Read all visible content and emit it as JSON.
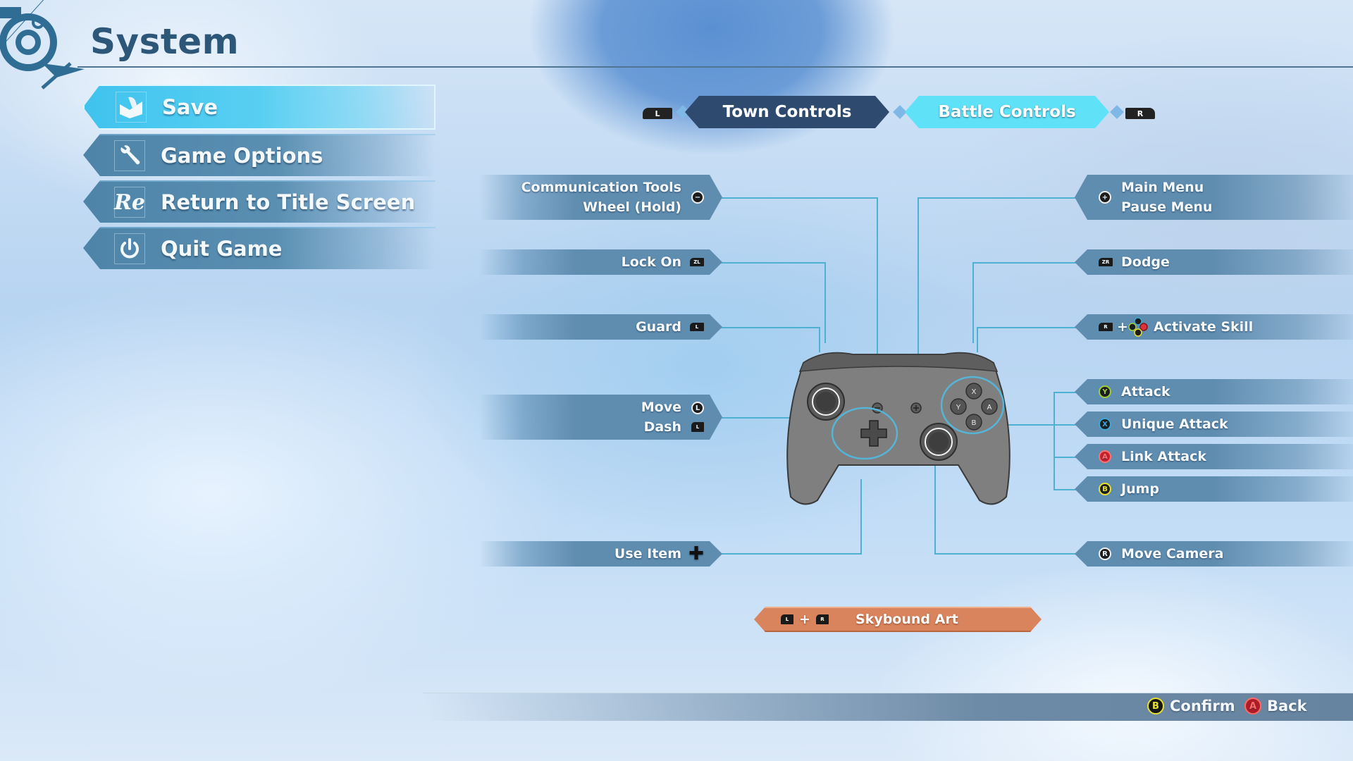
{
  "header": {
    "title": "System"
  },
  "menu": {
    "items": [
      {
        "label": "Save",
        "icon": "book-quill-icon",
        "active": true
      },
      {
        "label": "Game Options",
        "icon": "wrench-icon",
        "active": false
      },
      {
        "label": "Return to Title Screen",
        "icon": "re-logo-icon",
        "active": false
      },
      {
        "label": "Quit Game",
        "icon": "power-icon",
        "active": false
      }
    ]
  },
  "tabs": {
    "prev_key": "L",
    "next_key": "R",
    "items": [
      {
        "label": "Town Controls",
        "active": false
      },
      {
        "label": "Battle Controls",
        "active": true
      }
    ]
  },
  "controls_left": {
    "communication": {
      "line1": "Communication Tools",
      "line2": "Wheel (Hold)",
      "button": "−"
    },
    "lock_on": {
      "label": "Lock On",
      "button": "ZL"
    },
    "guard": {
      "label": "Guard",
      "button": "L"
    },
    "move": {
      "label": "Move",
      "button": "L"
    },
    "dash": {
      "label": "Dash",
      "button": "L"
    },
    "use_item": {
      "label": "Use Item",
      "button": "+"
    }
  },
  "controls_right": {
    "main_menu": {
      "line1": "Main Menu",
      "line2": "Pause Menu",
      "button": "+"
    },
    "dodge": {
      "label": "Dodge",
      "button": "ZR"
    },
    "activate_skill": {
      "label": "Activate Skill",
      "button": "R",
      "plus": "+"
    },
    "attack": {
      "label": "Attack",
      "button": "Y"
    },
    "unique_attack": {
      "label": "Unique Attack",
      "button": "X"
    },
    "link_attack": {
      "label": "Link Attack",
      "button": "A"
    },
    "jump": {
      "label": "Jump",
      "button": "B"
    },
    "move_camera": {
      "label": "Move Camera",
      "button": "R"
    }
  },
  "controller": {
    "face_buttons": [
      "X",
      "Y",
      "A",
      "B"
    ]
  },
  "skybound": {
    "label": "Skybound Art",
    "key1": "L",
    "key2": "R",
    "plus": "+"
  },
  "footer": {
    "confirm": {
      "button": "B",
      "label": "Confirm"
    },
    "back": {
      "button": "A",
      "label": "Back"
    }
  },
  "colors": {
    "accent_cyan": "#5fe2f8",
    "menu_blue": "#5a8fb2",
    "tab_dark": "#2e4a6e",
    "skybound_orange": "#d9845d",
    "btn_y": "#9fcc3a",
    "btn_x": "#3aa8d8",
    "btn_a": "#e0303a",
    "btn_b": "#e8e030"
  }
}
